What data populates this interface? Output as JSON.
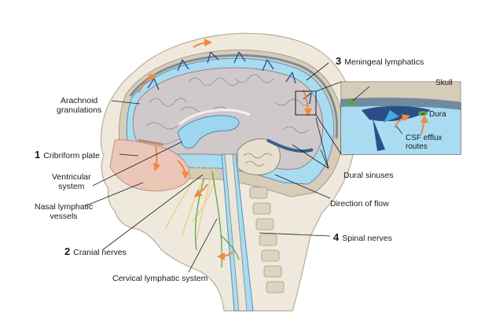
{
  "labels": {
    "arachnoid": [
      "Arachnoid",
      "granulations"
    ],
    "cribriform_num": "1",
    "cribriform": "Cribriform plate",
    "ventricular": [
      "Ventricular",
      "system"
    ],
    "nasal": [
      "Nasal lymphatic",
      "vessels"
    ],
    "cranial_num": "2",
    "cranial": "Cranial nerves",
    "cervical": "Cervical lymphatic system",
    "meningeal_num": "3",
    "meningeal": "Meningeal lymphatics",
    "dural_sinuses": "Dural sinuses",
    "direction": "Direction of flow",
    "spinal_num": "4",
    "spinal": "Spinal nerves"
  },
  "inset": {
    "skull": "Skull",
    "dura": "Dura",
    "csf": [
      "CSF efflux",
      "routes"
    ]
  },
  "colors": {
    "skin": "#efe9dd",
    "skull": "#d6ccb8",
    "csf": "#a9dcf1",
    "brain": "#cfc9cb",
    "dura": "#7a8d9e",
    "vessel": "#1d4e8f",
    "flow": "#f0883e",
    "lymph": "#5aa642",
    "nerve": "#e8cf8e"
  }
}
